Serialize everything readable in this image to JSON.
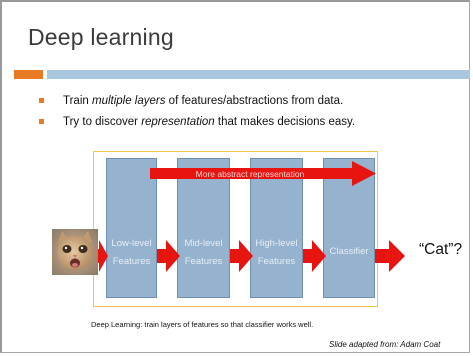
{
  "slide": {
    "title": "Deep learning",
    "bullets": [
      {
        "before": "Train ",
        "em": "multiple layers",
        "after": " of features/abstractions from data."
      },
      {
        "before": "Try to discover ",
        "em": "representation",
        "after": " that makes decisions easy."
      }
    ]
  },
  "diagram": {
    "top_arrow_label": "More abstract representation",
    "boxes": [
      {
        "line1": "Low-level",
        "line2": "Features"
      },
      {
        "line1": "Mid-level",
        "line2": "Features"
      },
      {
        "line1": "High-level",
        "line2": "Features"
      },
      {
        "line1": "Classifier",
        "line2": ""
      }
    ],
    "output": "“Cat”?",
    "caption": "Deep Learning:  train layers of features so that classifier works well.",
    "input_image": "kitten-photo"
  },
  "credit": "Slide adapted from: Adam Coat",
  "colors": {
    "accent_orange": "#e87a26",
    "accent_blue": "#a9c8e0",
    "box_fill": "#95b2cf",
    "arrow_red": "#e8140f",
    "frame_yellow": "#f2c64a"
  }
}
